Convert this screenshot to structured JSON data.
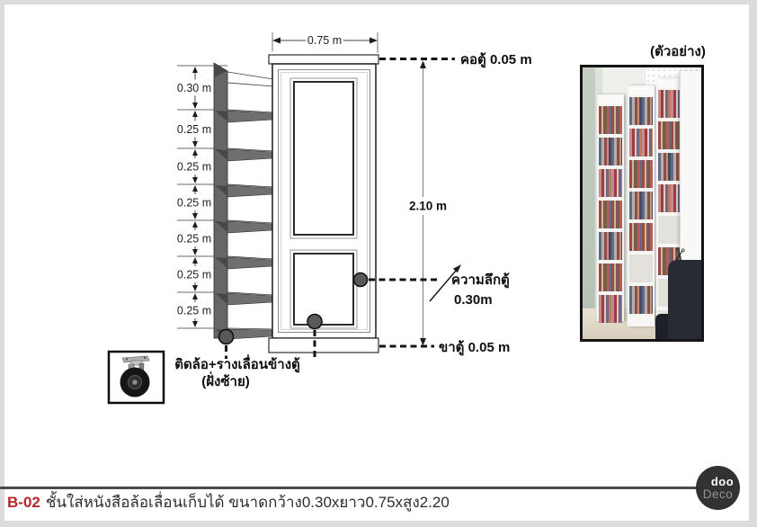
{
  "page": {
    "bg_color": "#dcdcdc",
    "sheet_color": "#ffffff"
  },
  "title": {
    "code": "B-02",
    "code_color": "#b8262b",
    "text": "ชั้นใส่หนังสือล้อเลื่อนเก็บได้ ขนาดกว้าง0.30xยาว0.75xสูง2.20"
  },
  "drawing": {
    "width_dim": "0.75 m",
    "height_dim": "2.10 m",
    "neck_label": "คอตู้ 0.05 m",
    "depth_label": "ความลึกตู้",
    "depth_value": "0.30m",
    "leg_label": "ขาตู้ 0.05 m",
    "caster_note": "ติดล้อ+รางเลื่อนข้างตู้",
    "caster_note_side": "(ฝั่งซ้าย)",
    "shelf_dims": [
      "0.30 m",
      "0.25 m",
      "0.25 m",
      "0.25 m",
      "0.25 m",
      "0.25 m",
      "0.25 m"
    ]
  },
  "example": {
    "label": "(ตัวอย่าง)"
  },
  "logo": {
    "line1": "doo",
    "line2": "Deco"
  },
  "colors": {
    "line": "#1a1a1a",
    "shelf_gray": "#666666",
    "accent_red": "#b8262b"
  }
}
